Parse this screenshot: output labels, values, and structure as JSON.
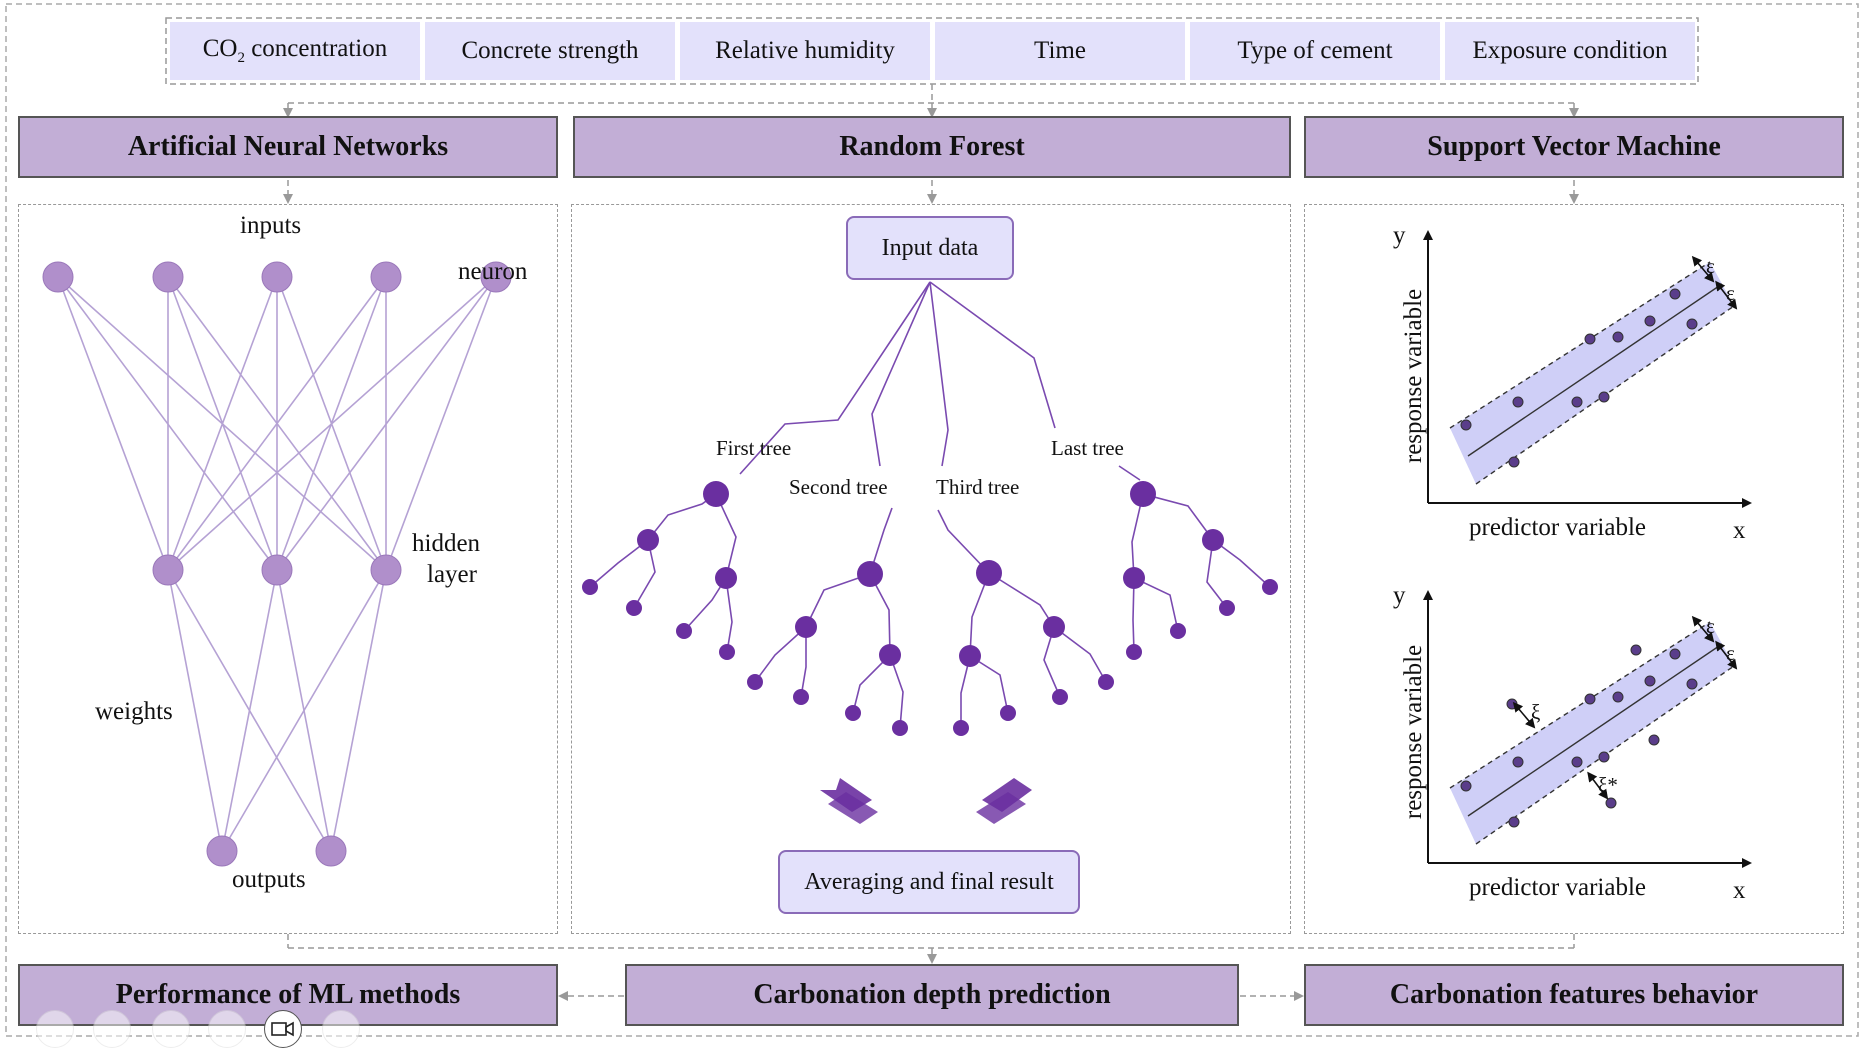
{
  "features": [
    {
      "pre": "CO",
      "sub": "2",
      "post": " concentration"
    },
    {
      "pre": "Concrete strength",
      "sub": "",
      "post": ""
    },
    {
      "pre": "Relative humidity",
      "sub": "",
      "post": ""
    },
    {
      "pre": "Time",
      "sub": "",
      "post": ""
    },
    {
      "pre": "Type of cement",
      "sub": "",
      "post": ""
    },
    {
      "pre": "Exposure condition",
      "sub": "",
      "post": ""
    }
  ],
  "methods": {
    "ann": "Artificial Neural Networks",
    "rf": "Random Forest",
    "svm": "Support Vector Machine"
  },
  "ann": {
    "inputs": "inputs",
    "neuron": "neuron",
    "hidden_line1": "hidden",
    "hidden_line2": "layer",
    "weights": "weights",
    "outputs": "outputs"
  },
  "rf": {
    "input_data": "Input data",
    "first_tree": "First tree",
    "second_tree": "Second tree",
    "third_tree": "Third tree",
    "last_tree": "Last tree",
    "final": "Averaging and final result"
  },
  "svm": {
    "y": "y",
    "x": "x",
    "ylabel": "response variable",
    "xlabel": "predictor variable",
    "epsilon": "ε",
    "xi": "ξ",
    "xi_star": "ξ*"
  },
  "outputs": {
    "performance": "Performance of ML methods",
    "prediction": "Carbonation depth prediction",
    "behavior": "Carbonation features behavior"
  },
  "colors": {
    "header": "#c2aed6",
    "feature_bg": "#e3e1fb",
    "ann_node": "#b08fcb",
    "tree_node": "#6a2fa0",
    "tube": "#cfcff7"
  },
  "toolbar_icons": [
    "play-icon",
    "pen-icon",
    "slides-icon",
    "zoom-icon",
    "camera-icon",
    "more-icon"
  ]
}
